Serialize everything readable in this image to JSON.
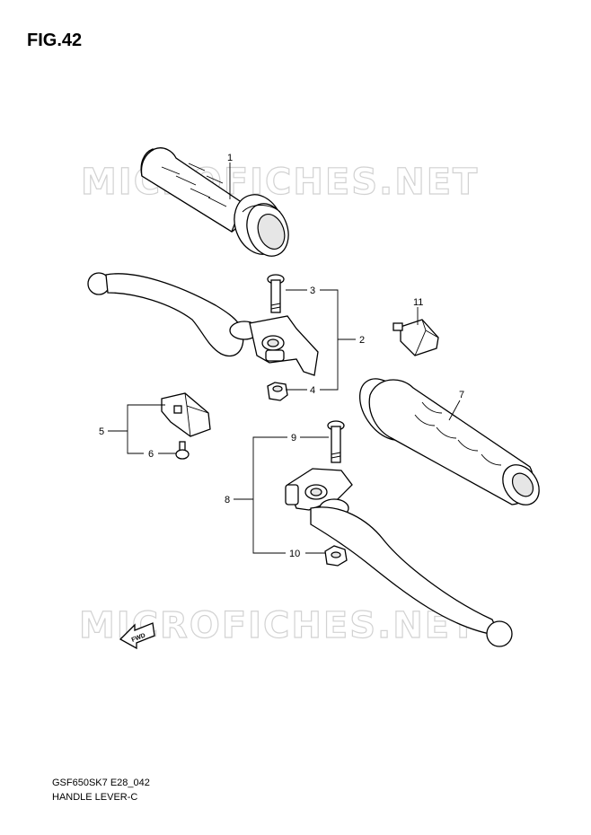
{
  "figure": {
    "title": "FIG.42",
    "model_code": "GSF650SK7 E28_042",
    "subtitle": "HANDLE LEVER-C"
  },
  "watermark": {
    "text_top": "MICROFICHES.NET",
    "text_bottom": "MICROFICHES.NET"
  },
  "fwd_label": "FWD",
  "callouts": {
    "c1": "1",
    "c2": "2",
    "c3": "3",
    "c4": "4",
    "c5": "5",
    "c6": "6",
    "c7": "7",
    "c8": "8",
    "c9": "9",
    "c10": "10",
    "c11": "11"
  }
}
